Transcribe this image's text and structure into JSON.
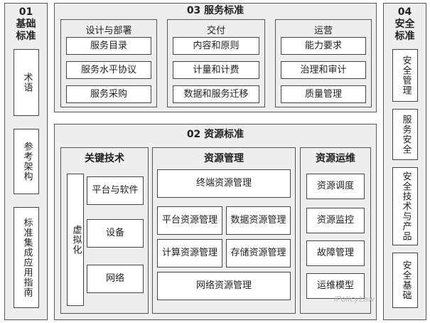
{
  "left_panel": {
    "title": "01\n基础\n标准",
    "items": [
      "术语",
      "参考架构",
      "标准集成应用指南"
    ]
  },
  "right_panel": {
    "title": "04\n安全\n标准",
    "items": [
      "安全管理",
      "服务安全",
      "安全技术与产品",
      "安全基础"
    ]
  },
  "service_panel": {
    "title": "03  服务标准",
    "groups": [
      {
        "title": "设计与部署",
        "items": [
          "服务目录",
          "服务水平协议",
          "服务采购"
        ]
      },
      {
        "title": "交付",
        "items": [
          "内容和原则",
          "计量和计费",
          "数据和服务迁移"
        ]
      },
      {
        "title": "运营",
        "items": [
          "能力要求",
          "治理和审计",
          "质量管理"
        ]
      }
    ]
  },
  "resource_panel": {
    "title": "02  资源标准",
    "key_tech": {
      "title": "关键技术",
      "virtualization": "虚拟化",
      "items": [
        "平台与软件",
        "设备",
        "网络"
      ]
    },
    "management": {
      "title": "资源管理",
      "items": [
        "终端资源管理",
        "平台资源管理",
        "数据资源管理",
        "计算资源管理",
        "存储资源管理",
        "网络资源管理"
      ]
    },
    "operations": {
      "title": "资源运维",
      "items": [
        "资源调度",
        "资源监控",
        "故障管理",
        "运维模型"
      ]
    }
  },
  "watermark": "iPolicyLaw"
}
